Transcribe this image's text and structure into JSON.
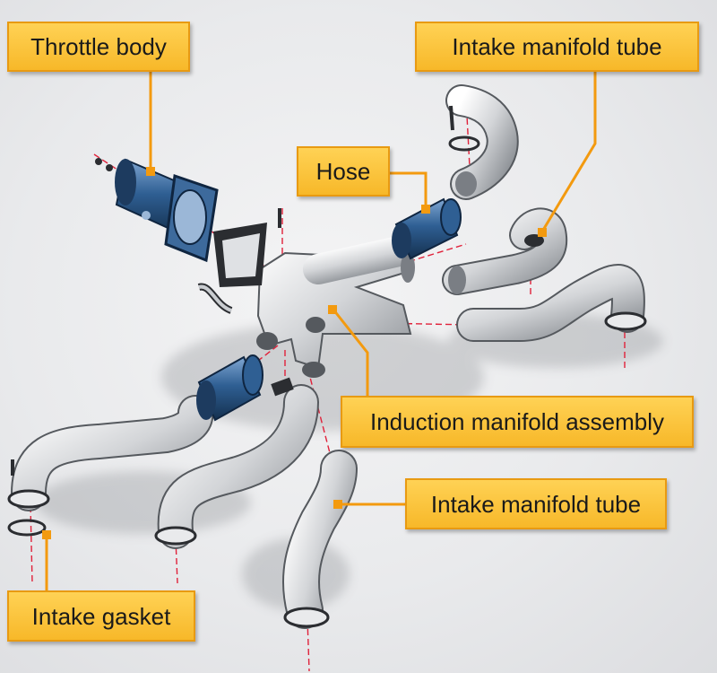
{
  "diagram": {
    "labels": {
      "throttle_body": "Throttle body",
      "intake_manifold_tube_top": "Intake manifold tube",
      "hose": "Hose",
      "induction_manifold_assembly": "Induction manifold assembly",
      "intake_manifold_tube_bottom": "Intake manifold tube",
      "intake_gasket": "Intake gasket"
    },
    "colors": {
      "callout_fill": "#f7b829",
      "callout_border": "#e89a12",
      "leader_line": "#f39a0f",
      "component_blue": "#2f5f93",
      "tube_gray": "#c9ccd0",
      "centerline_red": "#e0213a"
    }
  }
}
